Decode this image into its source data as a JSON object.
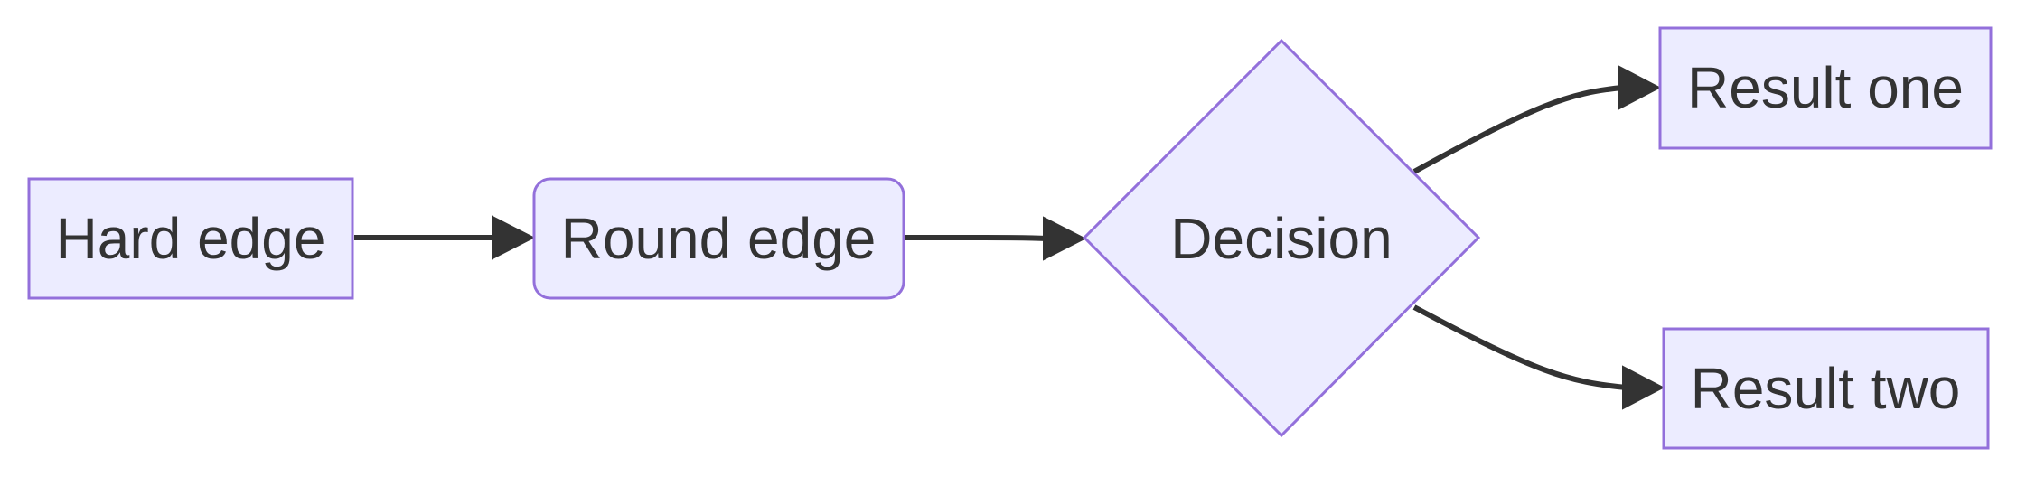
{
  "diagram": {
    "type": "flowchart",
    "direction": "left-to-right",
    "colors": {
      "node_fill": "#ececff",
      "node_stroke": "#9370db",
      "edge": "#333333",
      "text": "#333333"
    },
    "nodes": [
      {
        "id": "A",
        "label": "Hard edge",
        "shape": "rectangle"
      },
      {
        "id": "B",
        "label": "Round edge",
        "shape": "rounded-rectangle"
      },
      {
        "id": "C",
        "label": "Decision",
        "shape": "diamond"
      },
      {
        "id": "D",
        "label": "Result one",
        "shape": "rectangle"
      },
      {
        "id": "E",
        "label": "Result two",
        "shape": "rectangle"
      }
    ],
    "edges": [
      {
        "from": "A",
        "to": "B"
      },
      {
        "from": "B",
        "to": "C"
      },
      {
        "from": "C",
        "to": "D"
      },
      {
        "from": "C",
        "to": "E"
      }
    ]
  }
}
